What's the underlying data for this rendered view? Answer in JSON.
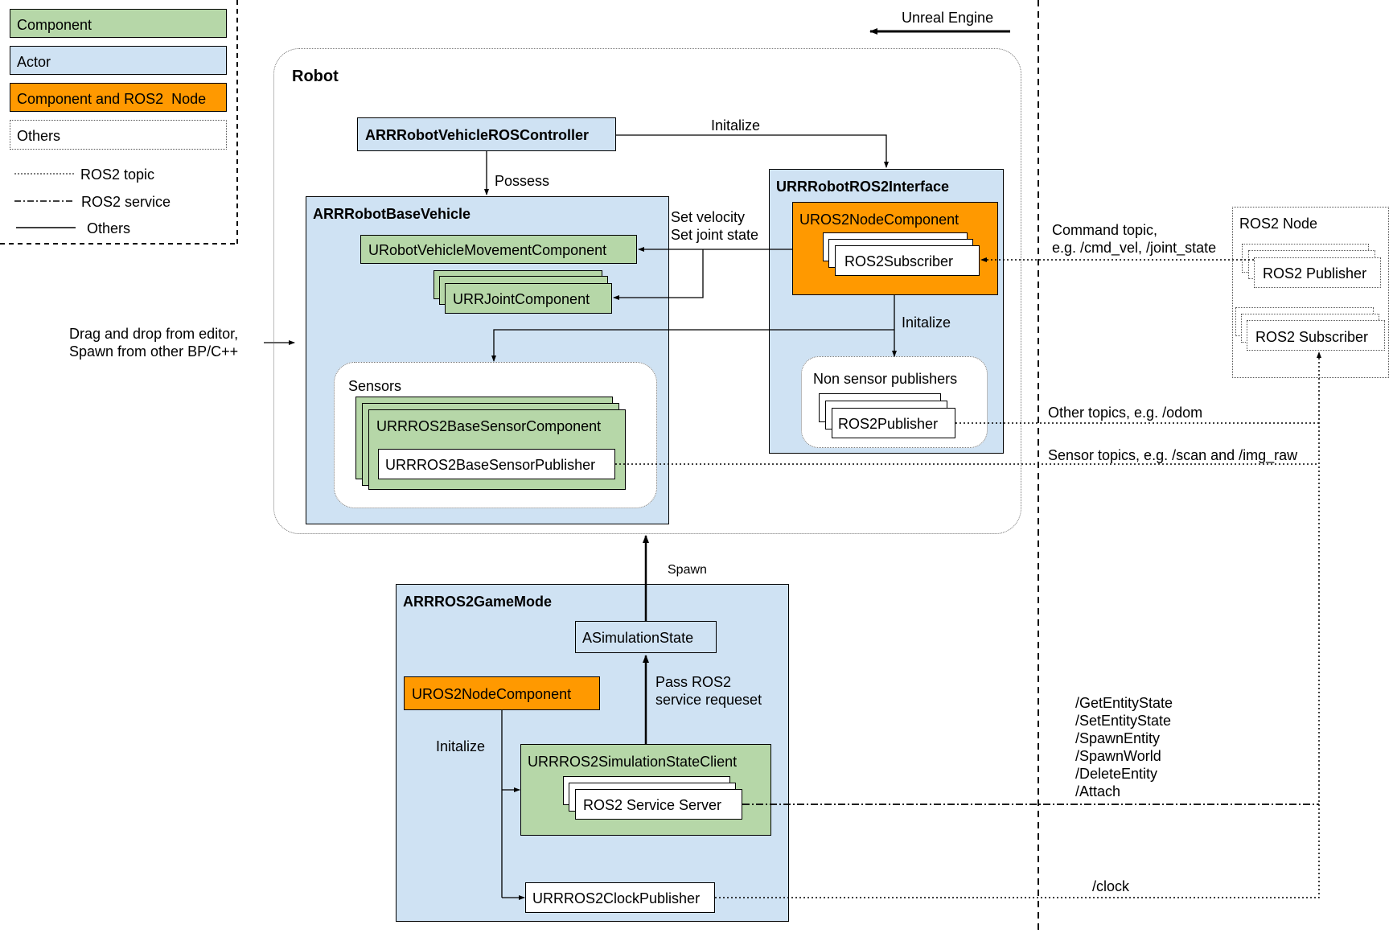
{
  "legend": {
    "component": "Component",
    "actor": "Actor",
    "component_ros2_node": "Component and ROS2  Node",
    "others_box": "Others",
    "ros2_topic": "ROS2 topic",
    "ros2_service": "ROS2 service",
    "others_line": "Others"
  },
  "unreal_engine": "Unreal Engine",
  "robot": {
    "title": "Robot",
    "controller": "ARRRobotVehicleROSController",
    "base_vehicle": "ARRRobotBaseVehicle",
    "movement_component": "URobotVehicleMovementComponent",
    "joint_component": "URRJointComponent",
    "sensors": "Sensors",
    "base_sensor_component": "URRROS2BaseSensorComponent",
    "base_sensor_publisher": "URRROS2BaseSensorPublisher",
    "ros2_interface": "URRRobotROS2Interface",
    "node_component": "UROS2NodeComponent",
    "ros2_subscriber": "ROS2Subscriber",
    "non_sensor_publishers": "Non sensor publishers",
    "ros2_publisher": "ROS2Publisher"
  },
  "labels": {
    "initialize_top": "Initalize",
    "possess": "Possess",
    "set_velocity": "Set velocity",
    "set_joint_state": "Set joint state",
    "initialize_mid": "Initalize",
    "drag_drop_1": "Drag and drop from editor,",
    "drag_drop_2": "Spawn from other BP/C++",
    "spawn": "Spawn",
    "pass_ros2_1": "Pass ROS2",
    "pass_ros2_2": "service requeset",
    "initialize_gm": "Initalize"
  },
  "gamemode": {
    "title": "ARRROS2GameMode",
    "simulation_state": "ASimulationState",
    "node_component": "UROS2NodeComponent",
    "simulation_state_client": "URRROS2SimulationStateClient",
    "service_server": "ROS2 Service Server",
    "clock_publisher": "URRROS2ClockPublisher"
  },
  "ros2_node": {
    "title": "ROS2 Node",
    "publisher": "ROS2 Publisher",
    "subscriber": "ROS2 Subscriber"
  },
  "topics": {
    "command_1": "Command topic,",
    "command_2": "e.g. /cmd_vel, /joint_state",
    "other_topics": "Other topics, e.g. /odom",
    "sensor_topics": "Sensor topics, e.g. /scan and /img_raw",
    "services": [
      "/GetEntityState",
      "/SetEntityState",
      "/SpawnEntity",
      "/SpawnWorld",
      "/DeleteEntity",
      "/Attach"
    ],
    "clock": "/clock"
  },
  "colors": {
    "component": "#b6d7a8",
    "actor": "#cfe2f3",
    "component_ros2_node": "#ff9900",
    "others": "#ffffff"
  }
}
